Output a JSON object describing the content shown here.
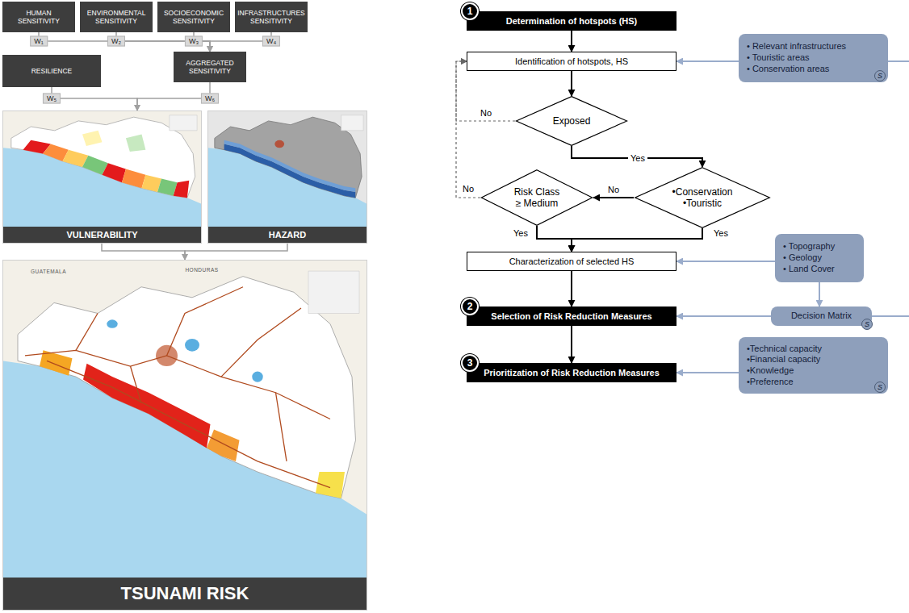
{
  "diagram": {
    "nodes": [
      {
        "text": [
          "HUMAN SENSITIVITY"
        ]
      },
      {
        "text": [
          "ENVIRONMENTAL SENSITIVITY"
        ]
      },
      {
        "text": [
          "SOCIOECONOMIC SENSITIVITY"
        ]
      },
      {
        "text": [
          "INFRASTRUCTURES SENSITIVITY"
        ]
      },
      {
        "text": [
          "RESILIENCE"
        ]
      },
      {
        "text": [
          "AGGREGATED SENSITIVITY"
        ]
      },
      {
        "text": [
          "VULNERABILITY"
        ]
      },
      {
        "text": [
          "HAZARD"
        ]
      },
      {
        "text": [
          "TSUNAMI RISK"
        ]
      },
      {
        "text": [
          "Determination of hotspots (HS)"
        ]
      },
      {
        "text": [
          "Identification of hotspots, HS"
        ]
      },
      {
        "text": [
          "• Relevant infrastructures",
          "• Touristic areas",
          "• Conservation areas"
        ]
      },
      {
        "text": [
          "Exposed"
        ]
      },
      {
        "text": [
          "Risk Class ≥ Medium"
        ]
      },
      {
        "text": [
          "•Conservation",
          "•Touristic"
        ]
      },
      {
        "text": [
          "Characterization of selected HS"
        ]
      },
      {
        "text": [
          "• Topography",
          "• Geology",
          "• Land Cover"
        ]
      },
      {
        "text": [
          "Selection of Risk Reduction Measures"
        ]
      },
      {
        "text": [
          "Decision Matrix"
        ]
      },
      {
        "text": [
          "Prioritization of Risk Reduction Measures"
        ]
      },
      {
        "text": [
          "•Technical capacity",
          "•Financial capacity",
          "•Knowledge",
          "•Preference"
        ]
      }
    ],
    "edges": [
      {
        "from": 0,
        "to": 5,
        "arrow": "to",
        "label": "W₁"
      },
      {
        "from": 1,
        "to": 5,
        "arrow": "to",
        "label": "W₂"
      },
      {
        "from": 2,
        "to": 5,
        "arrow": "to",
        "label": "W₃"
      },
      {
        "from": 3,
        "to": 5,
        "arrow": "to",
        "label": "W₄"
      },
      {
        "from": 4,
        "to": 6,
        "arrow": "to",
        "label": "W₅"
      },
      {
        "from": 5,
        "to": 6,
        "arrow": "to",
        "label": "W₆"
      },
      {
        "from": 6,
        "to": 8,
        "arrow": "to"
      },
      {
        "from": 7,
        "to": 8,
        "arrow": "to"
      },
      {
        "from": 9,
        "to": 10,
        "arrow": "to"
      },
      {
        "from": 11,
        "to": 10,
        "arrow": "to"
      },
      {
        "from": 10,
        "to": 12,
        "arrow": "to"
      },
      {
        "from": 12,
        "to": 10,
        "arrow": "to",
        "label": "No"
      },
      {
        "from": 12,
        "to": 14,
        "arrow": "to",
        "label": "Yes"
      },
      {
        "from": 14,
        "to": 13,
        "arrow": "to",
        "label": "No"
      },
      {
        "from": 13,
        "to": 10,
        "arrow": "to",
        "label": "No"
      },
      {
        "from": 13,
        "to": 15,
        "arrow": "to",
        "label": "Yes"
      },
      {
        "from": 14,
        "to": 15,
        "arrow": "to",
        "label": "Yes"
      },
      {
        "from": 15,
        "to": 17,
        "arrow": "to"
      },
      {
        "from": 16,
        "to": 15,
        "arrow": "to"
      },
      {
        "from": 16,
        "to": 18,
        "arrow": "to"
      },
      {
        "from": 18,
        "to": 17,
        "arrow": "to"
      },
      {
        "from": 17,
        "to": 19,
        "arrow": "to"
      },
      {
        "from": 20,
        "to": 19,
        "arrow": "to"
      }
    ],
    "labels": [
      "1",
      "2",
      "3",
      "S",
      "S",
      "S",
      "GUATEMALA",
      "HONDURAS"
    ]
  }
}
